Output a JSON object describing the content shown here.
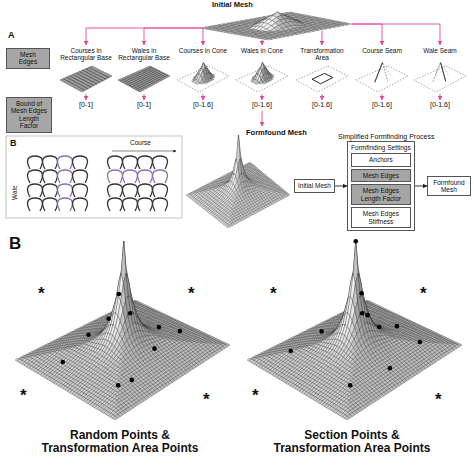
{
  "diagram": {
    "nodes": [
      {
        "text": [
          "Mesh Edges"
        ]
      },
      {
        "text": [
          "Bound of Mesh Edges Length Factor"
        ]
      },
      {
        "text": [
          "Initial Mesh"
        ]
      },
      {
        "text": [
          "Formfinding Settings"
        ]
      },
      {
        "text": [
          "Anchors"
        ],
        "in": 3
      },
      {
        "text": [
          "Mesh Edges"
        ],
        "in": 3
      },
      {
        "text": [
          "Mesh Edges Length Factor"
        ],
        "in": 3
      },
      {
        "text": [
          "Mesh Edges Stiffness"
        ],
        "in": 3
      },
      {
        "text": [
          "Formfound Mesh"
        ]
      }
    ],
    "edges": [
      {
        "from": 2,
        "to": 3,
        "arrow": "to"
      },
      {
        "from": 3,
        "to": 8,
        "arrow": "to"
      }
    ],
    "labels": [
      "A",
      "Initial Mesh",
      "Courses in Rectangular Base",
      "Wales in Rectangular Base",
      "Courses in Cone",
      "Wales in Cone",
      "Transformation Area",
      "Course Seam",
      "Wale Seam",
      "[0-1]",
      "[0-1]",
      "[0-1.6]",
      "[0-1.6]",
      "[0-1.6]",
      "[0-1.6]",
      "[0-1.6]",
      "B",
      "Course",
      "Wale",
      "Formfound Mesh",
      "Simplified Formfinding Process",
      "B",
      "*",
      "*",
      "*",
      "*",
      "*",
      "*",
      "*",
      "*",
      "Random Points & Transformation Area Points",
      "Section Points & Transformation Area Points"
    ]
  }
}
